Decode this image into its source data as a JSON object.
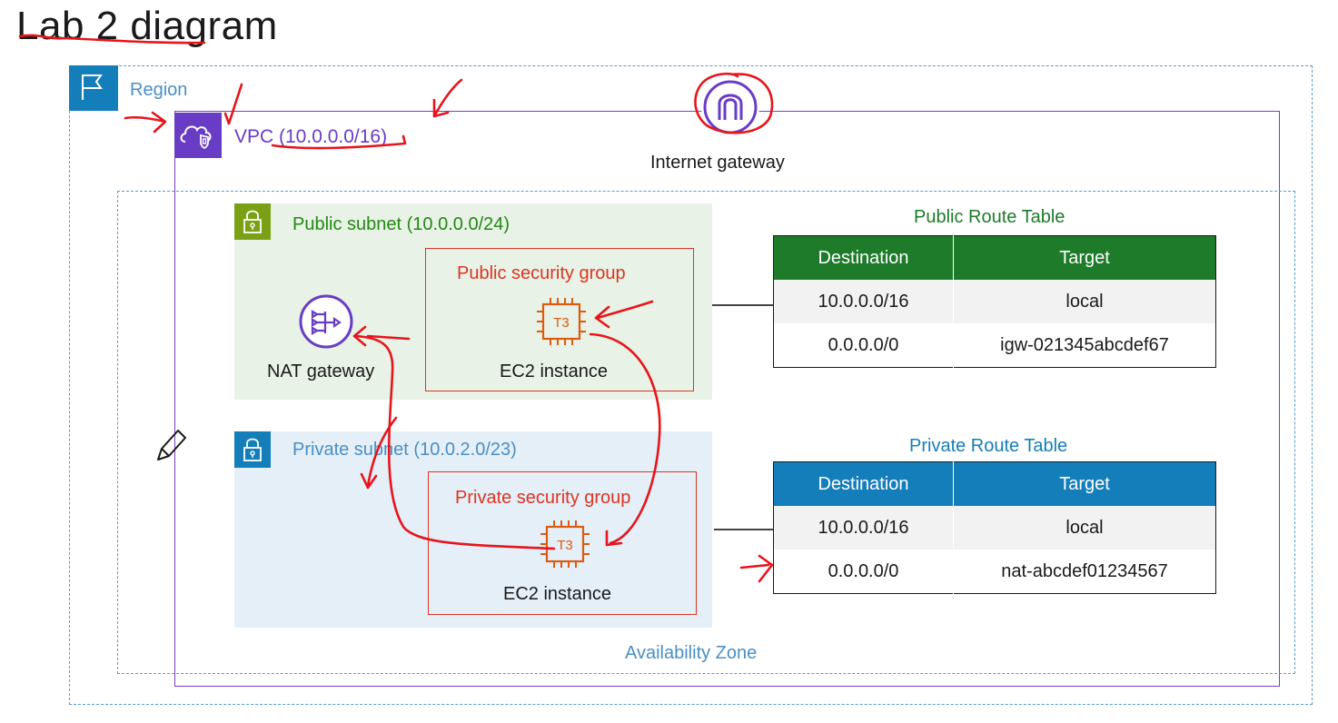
{
  "title": "Lab 2 diagram",
  "region": {
    "label": "Region",
    "icon": "flag-icon"
  },
  "vpc": {
    "label": "VPC (10.0.0.0/16)",
    "icon": "vpc-cloud-shield-icon",
    "color": "#693cc5"
  },
  "internet_gateway": {
    "label": "Internet gateway",
    "icon": "internet-gateway-icon"
  },
  "availability_zone": {
    "label": "Availability Zone"
  },
  "public_subnet": {
    "label": "Public subnet (10.0.0.0/24)",
    "icon": "lock-icon",
    "color": "#248814",
    "security_group": {
      "label": "Public security group"
    },
    "ec2": {
      "label": "EC2 instance",
      "chip_text": "T3"
    },
    "nat_gateway": {
      "label": "NAT gateway",
      "icon": "nat-gateway-icon"
    }
  },
  "private_subnet": {
    "label": "Private subnet (10.0.2.0/23)",
    "icon": "lock-icon",
    "color": "#147eba",
    "security_group": {
      "label": "Private security group"
    },
    "ec2": {
      "label": "EC2 instance",
      "chip_text": "T3"
    }
  },
  "public_route_table": {
    "title": "Public Route Table",
    "header_color": "#1d7b2a",
    "columns": [
      "Destination",
      "Target"
    ],
    "rows": [
      [
        "10.0.0.0/16",
        "local"
      ],
      [
        "0.0.0.0/0",
        "igw-021345abcdef67"
      ]
    ]
  },
  "private_route_table": {
    "title": "Private Route Table",
    "header_color": "#147eba",
    "columns": [
      "Destination",
      "Target"
    ],
    "rows": [
      [
        "10.0.0.0/16",
        "local"
      ],
      [
        "0.0.0.0/0",
        "nat-abcdef01234567"
      ]
    ]
  },
  "annotation_color": "#e8141c"
}
